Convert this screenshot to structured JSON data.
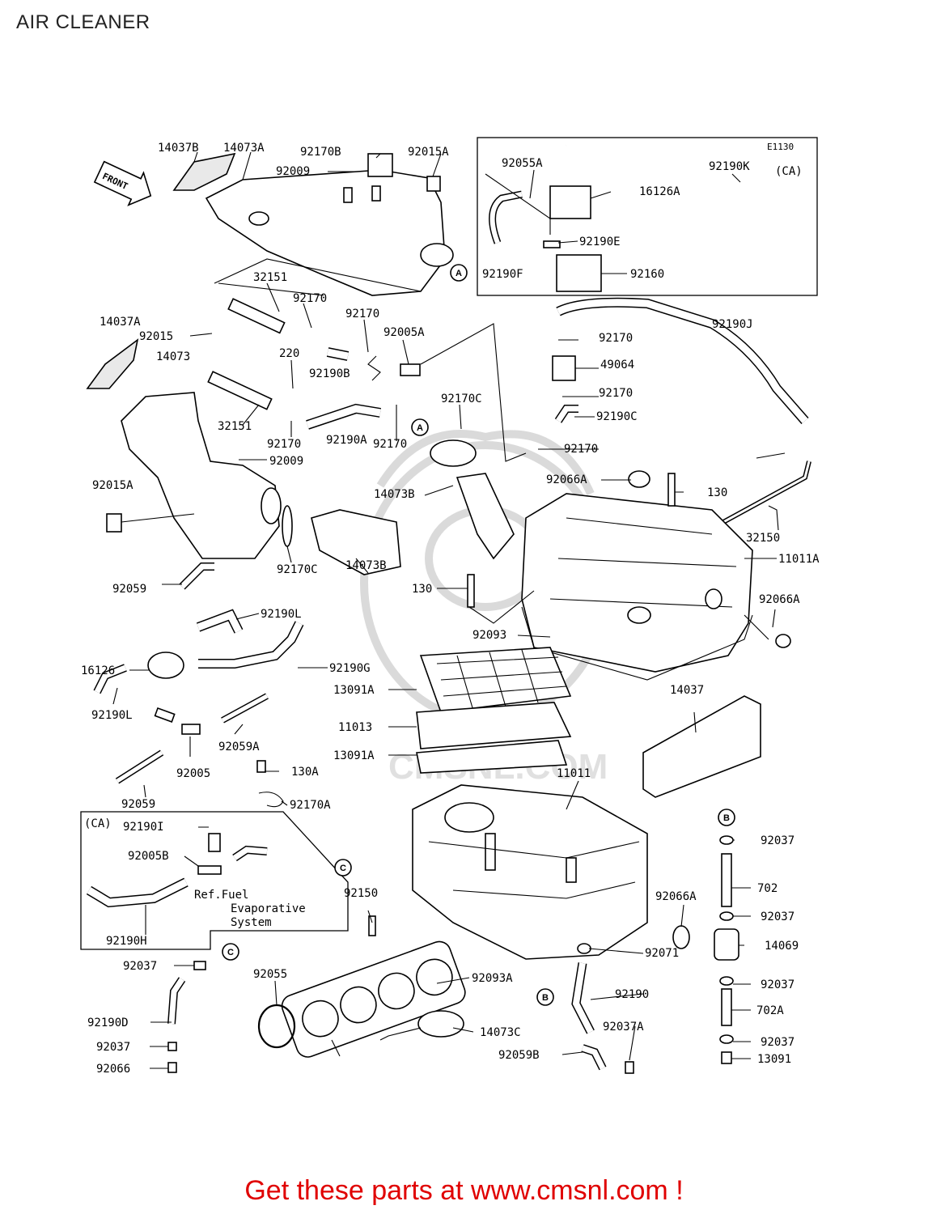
{
  "title": "AIR CLEANER",
  "footer": "Get these parts at www.cmsnl.com !",
  "diagram_code": "E1130",
  "front_label": "FRONT",
  "watermark": "CMSNL.COM",
  "option_label": "(CA)",
  "ref_note": [
    "Ref.Fuel",
    "Evaporative",
    "System"
  ],
  "circle_refs": [
    "A",
    "B",
    "C"
  ],
  "part_labels": [
    "14037B",
    "14073A",
    "92170B",
    "92015A",
    "92009",
    "92055A",
    "92190K",
    "(CA)",
    "16126A",
    "92190E",
    "92190F",
    "92160",
    "32151",
    "92170",
    "92170",
    "14037A",
    "92015",
    "92005A",
    "220",
    "14073",
    "92190B",
    "92190J",
    "92170",
    "49064",
    "92170",
    "92170C",
    "92190C",
    "32151",
    "92170",
    "92190A",
    "92170",
    "92170",
    "92009",
    "92066A",
    "130",
    "14073B",
    "92015A",
    "32150",
    "11011A",
    "92170C",
    "14073B",
    "130",
    "92066A",
    "92059",
    "92190L",
    "92093",
    "16126",
    "92190G",
    "14037",
    "13091A",
    "92190L",
    "11013",
    "92059A",
    "13091A",
    "92005",
    "130A",
    "11011",
    "92059",
    "92170A",
    "(CA)",
    "92190I",
    "92005B",
    "B",
    "92037",
    "702",
    "92066A",
    "92150",
    "92037",
    "92190H",
    "14069",
    "92037",
    "92055",
    "92093A",
    "92071",
    "92190",
    "92037",
    "92190D",
    "14073C",
    "92037A",
    "702A",
    "92037",
    "92059B",
    "92037",
    "92066",
    "13091"
  ]
}
